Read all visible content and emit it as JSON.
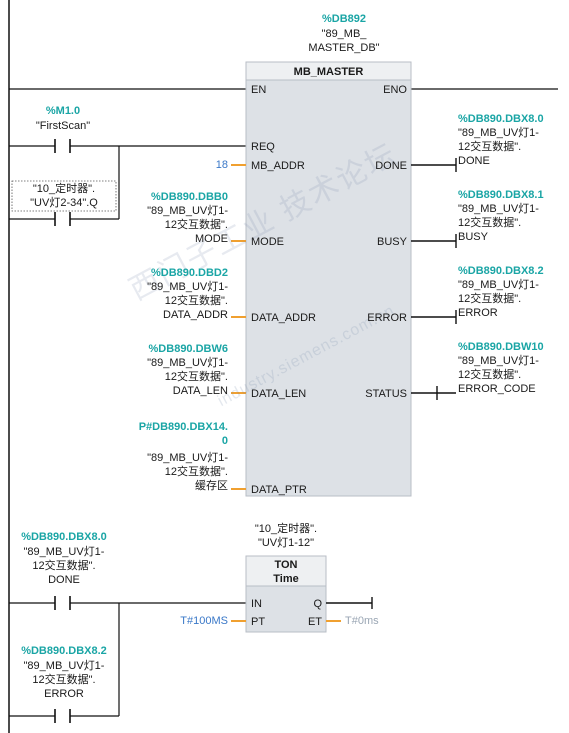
{
  "mb_master": {
    "instance_tag": "%DB892",
    "instance_sym": "\"89_MB_\nMASTER_DB\"",
    "title": "MB_MASTER",
    "pins": {
      "en": "EN",
      "eno": "ENO",
      "req": "REQ",
      "mb_addr": "MB_ADDR",
      "mode": "MODE",
      "data_addr": "DATA_ADDR",
      "data_len": "DATA_LEN",
      "data_ptr": "DATA_PTR",
      "done": "DONE",
      "busy": "BUSY",
      "error": "ERROR",
      "status": "STATUS"
    },
    "req_tag": "%M1.0",
    "req_sym": "\"FirstScan\"",
    "parallel_sym": "\"10_定时器\".\n\"UV灯2-34\".Q",
    "mb_addr_value": "18",
    "mode_tag": "%DB890.DBB0",
    "mode_sym": "\"89_MB_UV灯1-\n12交互数据\".\nMODE",
    "data_addr_tag": "%DB890.DBD2",
    "data_addr_sym": "\"89_MB_UV灯1-\n12交互数据\".\nDATA_ADDR",
    "data_len_tag": "%DB890.DBW6",
    "data_len_sym": "\"89_MB_UV灯1-\n12交互数据\".\nDATA_LEN",
    "data_ptr_tag": "P#DB890.DBX14.\n0",
    "data_ptr_sym": "\"89_MB_UV灯1-\n12交互数据\".\n缓存区",
    "done_tag": "%DB890.DBX8.0",
    "done_sym": "\"89_MB_UV灯1-\n12交互数据\".\nDONE",
    "busy_tag": "%DB890.DBX8.1",
    "busy_sym": "\"89_MB_UV灯1-\n12交互数据\".\nBUSY",
    "error_tag": "%DB890.DBX8.2",
    "error_sym": "\"89_MB_UV灯1-\n12交互数据\".\nERROR",
    "status_tag": "%DB890.DBW10",
    "status_sym": "\"89_MB_UV灯1-\n12交互数据\".\nERROR_CODE"
  },
  "ton": {
    "instance_sym": "\"10_定时器\".\n\"UV灯1-12\"",
    "title": "TON",
    "subtitle": "Time",
    "pins": {
      "in": "IN",
      "pt": "PT",
      "q": "Q",
      "et": "ET"
    },
    "pt_value": "T#100MS",
    "et_value": "T#0ms",
    "contact1_tag": "%DB890.DBX8.0",
    "contact1_sym": "\"89_MB_UV灯1-\n12交互数据\".\nDONE",
    "contact2_tag": "%DB890.DBX8.2",
    "contact2_sym": "\"89_MB_UV灯1-\n12交互数据\".\nERROR"
  },
  "watermark": {
    "text_cn": "西门子工业 技术论坛",
    "text_url": "industry.siemens.com.cn"
  },
  "colors": {
    "line": "#111111",
    "tag": "#1aa5a5",
    "constant": "#3a78c8",
    "pin_stub": "#f0a030",
    "box_fill": "#dde1e6",
    "box_header": "#eef0f2"
  }
}
